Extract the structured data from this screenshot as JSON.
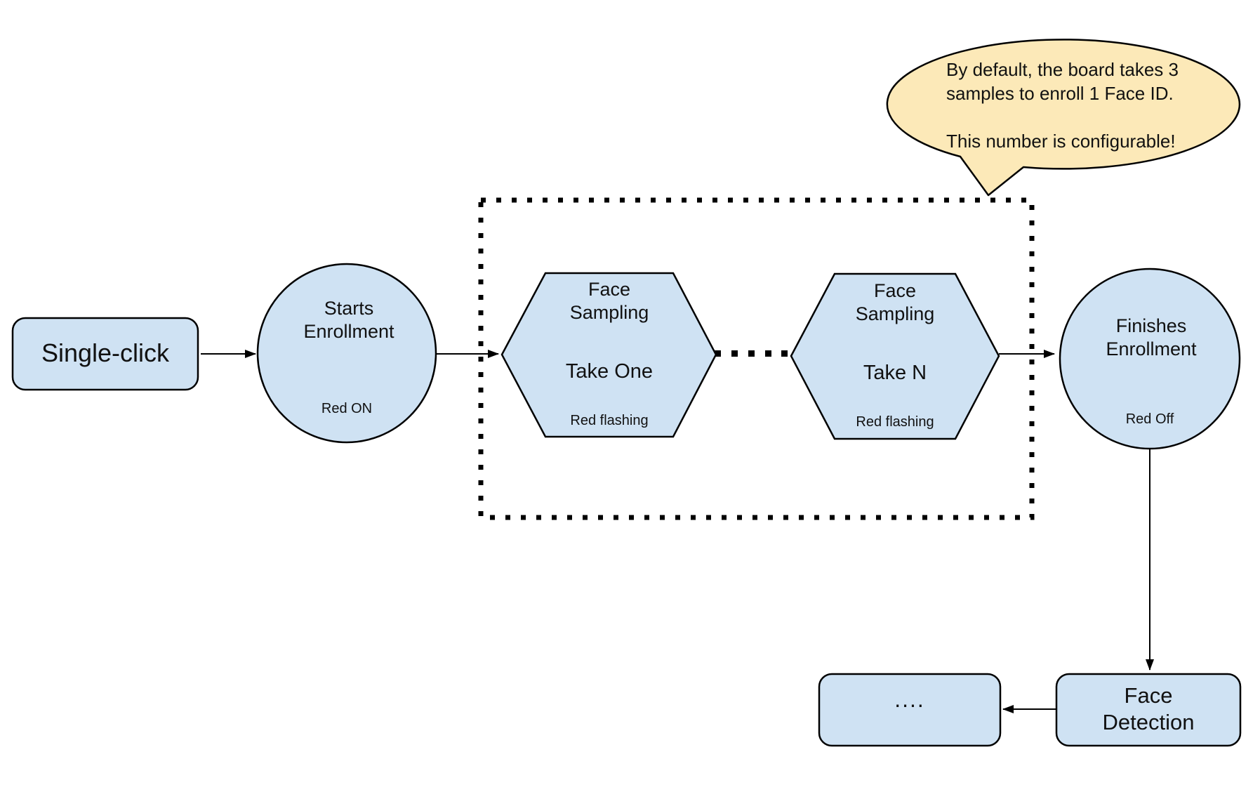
{
  "colors": {
    "background": "#ffffff",
    "node_fill": "#cfe2f3",
    "node_border": "#000000",
    "callout_fill": "#fce9b8",
    "text": "#111111"
  },
  "nodes": {
    "single_click": {
      "label": "Single-click"
    },
    "starts_enrollment": {
      "label": "Starts\nEnrollment",
      "status": "Red ON"
    },
    "sampling_take_one": {
      "label": "Face\nSampling",
      "take": "Take One",
      "status": "Red flashing"
    },
    "sampling_take_n": {
      "label": "Face\nSampling",
      "take": "Take N",
      "status": "Red flashing"
    },
    "finishes_enrollment": {
      "label": "Finishes\nEnrollment",
      "status": "Red Off"
    },
    "face_detection": {
      "label": "Face\nDetection"
    },
    "continuation": {
      "label": "...."
    }
  },
  "callout": {
    "text": "By default, the board takes 3\nsamples to enroll 1 Face ID.\n\nThis number is configurable!"
  }
}
